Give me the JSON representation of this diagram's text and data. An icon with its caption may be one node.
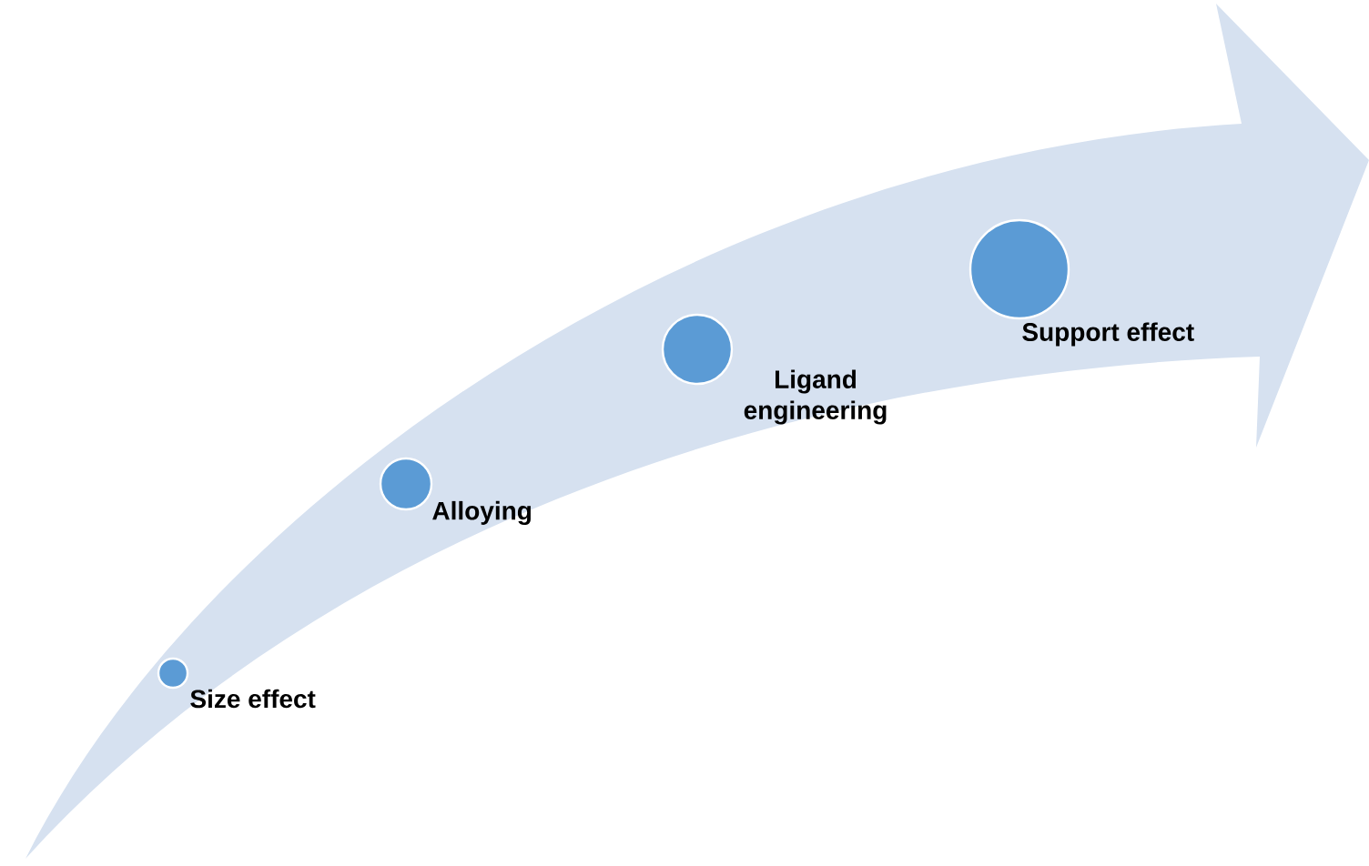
{
  "diagram": {
    "nodes": [
      {
        "text": [
          "Size effect"
        ]
      },
      {
        "text": [
          "Alloying"
        ]
      },
      {
        "text": [
          "Ligand engineering"
        ]
      },
      {
        "text": [
          "Support effect"
        ]
      }
    ]
  }
}
